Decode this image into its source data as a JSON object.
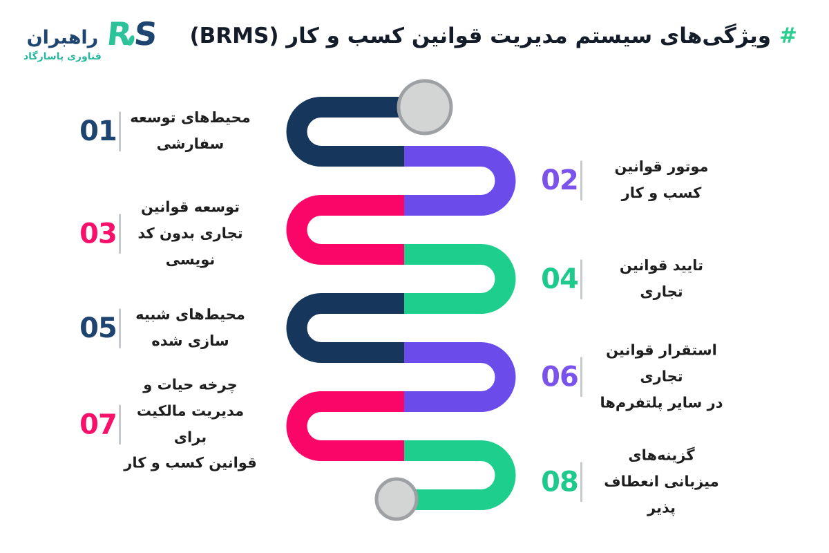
{
  "header": {
    "title": {
      "hash": "#",
      "text": "ویژگی‌های سیستم مدیریت قوانین کسب و کار (BRMS)",
      "hash_color": "#2BCE8F",
      "text_color": "#131C28"
    },
    "logo": {
      "name": "راهبران",
      "tagline": "فناوری پاسارگاد",
      "mark_r": "R",
      "mark_s": "S",
      "name_color": "#1E4470",
      "tagline_color": "#27B79E",
      "mark_r_color": "#2CC39B",
      "mark_s_color": "#1E4470"
    }
  },
  "diagram": {
    "colors": {
      "navy": "#16365C",
      "purple": "#6C4BEB",
      "pink": "#FA0568",
      "green": "#1ECE8C",
      "circle_fill": "#D3D4D4",
      "circle_stroke": "#9EA1A3"
    }
  },
  "number_colors": {
    "navy": "#1E4470",
    "purple": "#7A52EC",
    "pink": "#F8116B",
    "green": "#1EC98C"
  },
  "divider_color": "#C7CACD",
  "items": [
    {
      "number": "01",
      "color": "navy",
      "side": "left",
      "text": "محیط‌های توسعه\nسفارشی"
    },
    {
      "number": "02",
      "color": "purple",
      "side": "right",
      "text": "موتور قوانین\nکسب و کار"
    },
    {
      "number": "03",
      "color": "pink",
      "side": "left",
      "text": "توسعه قوانین\nتجاری بدون کد\nنویسی"
    },
    {
      "number": "04",
      "color": "green",
      "side": "right",
      "text": "تایید قوانین\nتجاری"
    },
    {
      "number": "05",
      "color": "navy",
      "side": "left",
      "text": "محیط‌های شبیه\nسازی شده"
    },
    {
      "number": "06",
      "color": "purple",
      "side": "right",
      "text": "استقرار قوانین تجاری\nدر سایر پلتفرم‌ها"
    },
    {
      "number": "07",
      "color": "pink",
      "side": "left",
      "text": "چرخه حیات و\nمدیریت مالکیت برای\nقوانین کسب و کار"
    },
    {
      "number": "08",
      "color": "green",
      "side": "right",
      "text": "گزینه‌های\nمیزبانی انعطاف\nپذیر"
    }
  ]
}
